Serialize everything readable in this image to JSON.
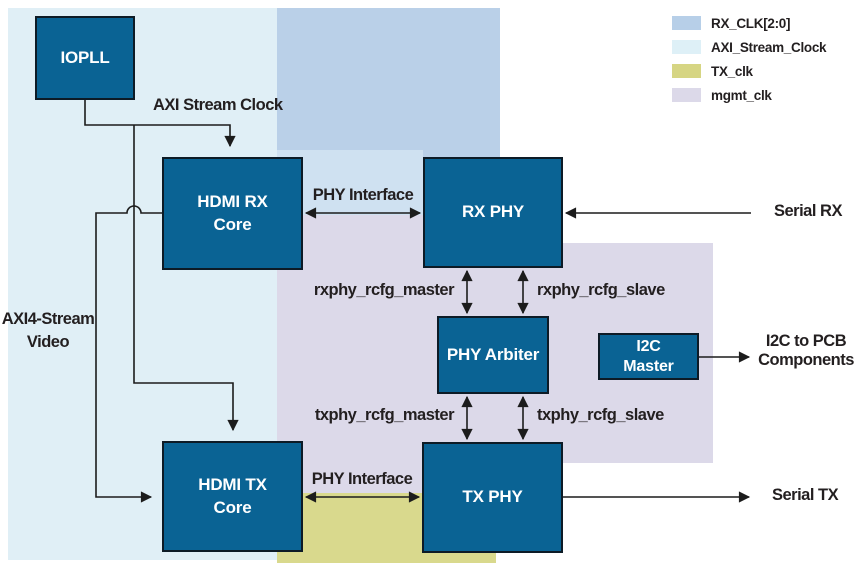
{
  "diagram": {
    "blocks": {
      "iopll": {
        "label": "IOPLL"
      },
      "hdmi_rx": {
        "line1": "HDMI RX",
        "line2": "Core"
      },
      "rx_phy": {
        "label": "RX PHY"
      },
      "phy_arbiter": {
        "label": "PHY Arbiter"
      },
      "i2c_master": {
        "line1": "I2C",
        "line2": "Master"
      },
      "hdmi_tx": {
        "line1": "HDMI TX",
        "line2": "Core"
      },
      "tx_phy": {
        "label": "TX PHY"
      }
    },
    "labels": {
      "axi_stream_clock": "AXI Stream Clock",
      "phy_interface_rx": "PHY Interface",
      "phy_interface_tx": "PHY Interface",
      "rxphy_rcfg_master": "rxphy_rcfg_master",
      "rxphy_rcfg_slave": "rxphy_rcfg_slave",
      "txphy_rcfg_master": "txphy_rcfg_master",
      "txphy_rcfg_slave": "txphy_rcfg_slave",
      "serial_rx": "Serial RX",
      "serial_tx": "Serial TX",
      "axi4_stream_video_line1": "AXI4-Stream",
      "axi4_stream_video_line2": "Video",
      "i2c_to_pcb_line1": "I2C to PCB",
      "i2c_to_pcb_line2": "Components"
    },
    "legend": {
      "items": [
        {
          "label": "RX_CLK[2:0]",
          "color": "#b7cfe8"
        },
        {
          "label": "AXI_Stream_Clock",
          "color": "#def0f7"
        },
        {
          "label": "TX_clk",
          "color": "#d6d583"
        },
        {
          "label": "mgmt_clk",
          "color": "#dcd9e9"
        }
      ]
    },
    "regions": [
      {
        "name": "AXI_Stream_Clock",
        "color": "#e0eff6"
      },
      {
        "name": "RX_CLK[2:0]",
        "color": "#bad0e8"
      },
      {
        "name": "RX_CLK_light",
        "color": "#cfe1f1"
      },
      {
        "name": "mgmt_clk",
        "color": "#dcd9e9"
      },
      {
        "name": "TX_clk",
        "color": "#d9d98d"
      }
    ],
    "colors": {
      "block_fill": "#0a6394",
      "block_border": "#0d1b26",
      "line": "#1c1c1c",
      "text": "#231f20"
    }
  }
}
